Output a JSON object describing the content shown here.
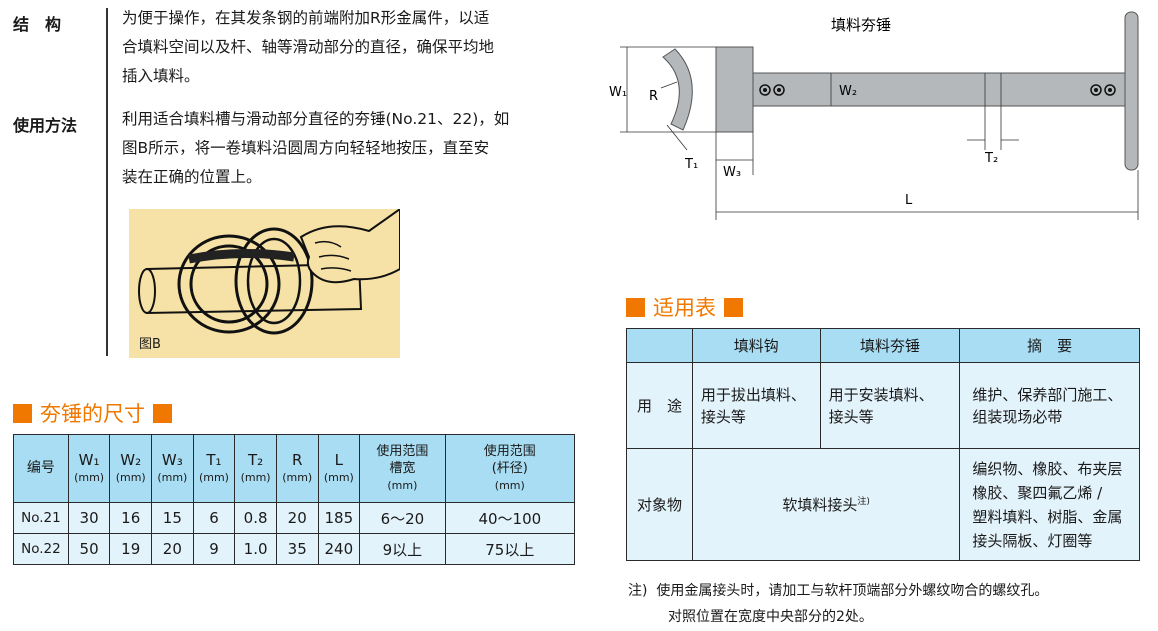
{
  "structure": {
    "label": "结　构",
    "text_lines": [
      "为便于操作，在其发条钢的前端附加R形金属件，以适",
      "合填料空间以及杆、轴等滑动部分的直径，确保平均地",
      "插入填料。"
    ]
  },
  "usage": {
    "label": "使用方法",
    "text_lines": [
      "利用适合填料槽与滑动部分直径的夯锤(No.21、22)，如",
      "图B所示，将一卷填料沿圆周方向轻轻地按压，直至安",
      "装在正确的位置上。"
    ]
  },
  "figure_b": {
    "caption": "图B"
  },
  "dims_section": {
    "title": "夯锤的尺寸",
    "headers": [
      {
        "main": "编号",
        "unit": ""
      },
      {
        "main": "W₁",
        "unit": "(mm)"
      },
      {
        "main": "W₂",
        "unit": "(mm)"
      },
      {
        "main": "W₃",
        "unit": "(mm)"
      },
      {
        "main": "T₁",
        "unit": "(mm)"
      },
      {
        "main": "T₂",
        "unit": "(mm)"
      },
      {
        "main": "R",
        "unit": "(mm)"
      },
      {
        "main": "L",
        "unit": "(mm)"
      },
      {
        "main": "使用范围\n槽宽",
        "unit": "(mm)"
      },
      {
        "main": "使用范围\n(杆径)",
        "unit": "(mm)"
      }
    ],
    "rows": [
      [
        "No.21",
        "30",
        "16",
        "15",
        "6",
        "0.8",
        "20",
        "185",
        "6～20",
        "40～100"
      ],
      [
        "No.22",
        "50",
        "19",
        "20",
        "9",
        "1.0",
        "35",
        "240",
        "9以上",
        "75以上"
      ]
    ]
  },
  "diagram": {
    "title": "填料夯锤",
    "labels": {
      "w1": "W₁",
      "w2": "W₂",
      "w3": "W₃",
      "r": "R",
      "t1": "T₁",
      "t2": "T₂",
      "l": "L"
    }
  },
  "apply_section": {
    "title": "适用表",
    "headers": [
      "填料钩",
      "填料夯锤",
      "摘　要"
    ],
    "row1_label": "用　途",
    "row1": [
      "用于拔出填料、\n接头等",
      "用于安装填料、\n接头等",
      "维护、保养部门施工、\n组装现场必带"
    ],
    "row2_label": "对象物",
    "row2_merged": "软填料接头",
    "row2_note_mark": "注)",
    "row2_summary": "编织物、橡胶、布夹层\n橡胶、聚四氟乙烯 /\n塑料填料、树脂、金属\n接头隔板、灯圈等"
  },
  "note": {
    "prefix": "注)",
    "line1": "使用金属接头时，请加工与软杆顶端部分外螺纹吻合的螺纹孔。",
    "line2": "对照位置在宽度中央部分的2处。"
  },
  "colors": {
    "accent": "#f07800",
    "table_header": "#a9ddf3",
    "table_body": "#e3f3fb",
    "figure_bg": "#f6e2a6"
  }
}
